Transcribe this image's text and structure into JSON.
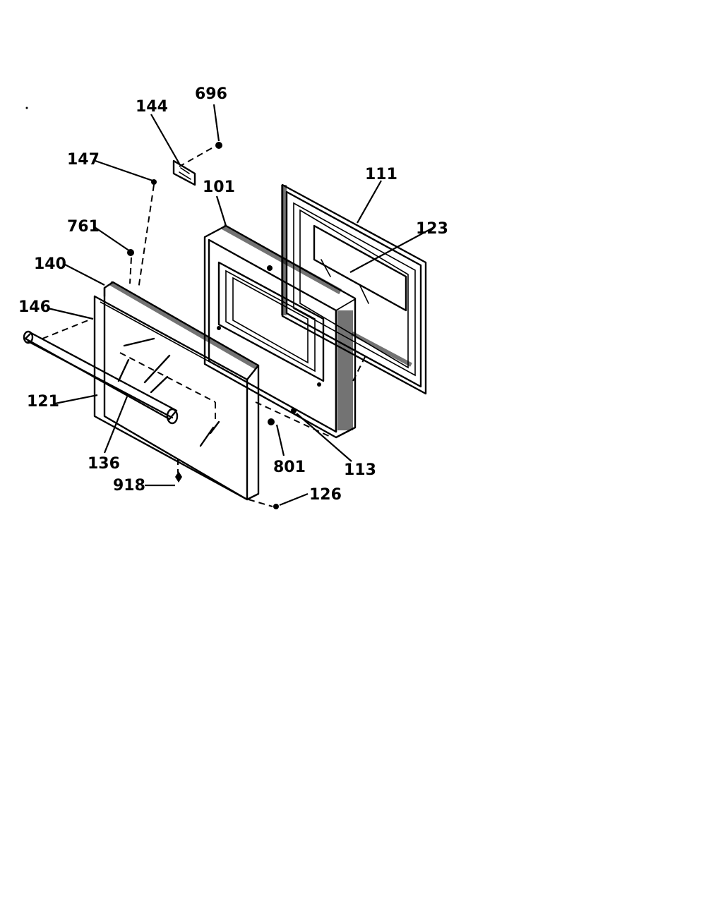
{
  "diagram": {
    "callouts": [
      {
        "id": "c696",
        "text": "696"
      },
      {
        "id": "c144",
        "text": "144"
      },
      {
        "id": "c147",
        "text": "147"
      },
      {
        "id": "c101",
        "text": "101"
      },
      {
        "id": "c111",
        "text": "111"
      },
      {
        "id": "c123",
        "text": "123"
      },
      {
        "id": "c761",
        "text": "761"
      },
      {
        "id": "c140",
        "text": "140"
      },
      {
        "id": "c146",
        "text": "146"
      },
      {
        "id": "c121",
        "text": "121"
      },
      {
        "id": "c136",
        "text": "136"
      },
      {
        "id": "c801",
        "text": "801"
      },
      {
        "id": "c113",
        "text": "113"
      },
      {
        "id": "c918",
        "text": "918"
      },
      {
        "id": "c126",
        "text": "126"
      }
    ]
  }
}
